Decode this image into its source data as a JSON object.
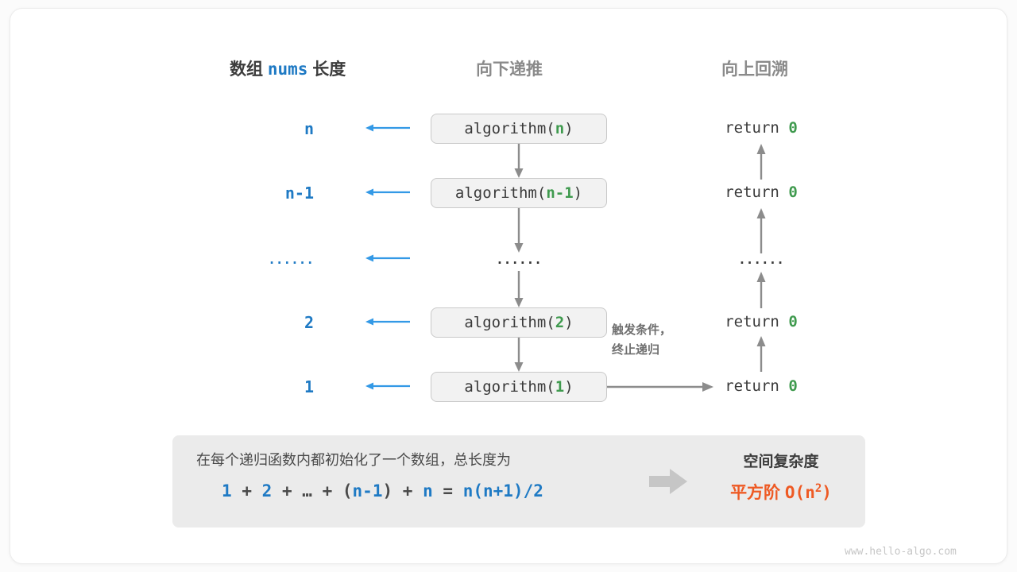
{
  "figure": {
    "headers": {
      "left_prefix": "数组",
      "left_code": "nums",
      "left_suffix": "长度",
      "middle": "向下递推",
      "right": "向上回溯"
    },
    "rows": [
      {
        "length": "n",
        "call_name": "algorithm",
        "call_arg": "n",
        "return_text": "return",
        "return_value": "0"
      },
      {
        "length": "n-1",
        "call_name": "algorithm",
        "call_arg": "n-1",
        "return_text": "return",
        "return_value": "0"
      },
      {
        "length": "······",
        "call_name": "······",
        "call_arg": "",
        "return_text": "······",
        "return_value": ""
      },
      {
        "length": "2",
        "call_name": "algorithm",
        "call_arg": "2",
        "return_text": "return",
        "return_value": "0"
      },
      {
        "length": "1",
        "call_name": "algorithm",
        "call_arg": "1",
        "return_text": "return",
        "return_value": "0"
      }
    ],
    "terminate_note_line1": "触发条件，",
    "terminate_note_line2": "终止递归",
    "summary": {
      "text": "在每个递归函数内都初始化了一个数组，总长度为",
      "formula_terms": [
        "1",
        "+",
        "2",
        "+",
        "…",
        "+",
        "(",
        "n-1",
        ")",
        "+",
        "n",
        "=",
        "n(n+1)/2"
      ],
      "complexity_title": "空间复杂度",
      "complexity_order": "平方阶",
      "complexity_big_o_prefix": "O(n",
      "complexity_big_o_exp": "2",
      "complexity_big_o_suffix": ")"
    },
    "watermark": "www.hello-algo.com",
    "colors": {
      "blue": "#1f7ac4",
      "arrow_blue": "#3399e6",
      "green": "#3f9a4e",
      "gray_arrow": "#8c8c8c",
      "orange": "#ee5a24",
      "box_fill": "#f2f2f2",
      "summary_fill": "#ebebeb"
    }
  }
}
